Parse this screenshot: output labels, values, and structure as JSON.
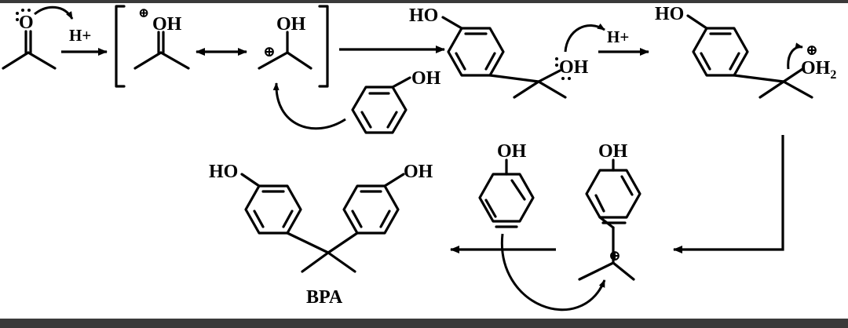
{
  "labels": {
    "acetone_o": "O",
    "catalyst_1": "H+",
    "res1_oh": "OH",
    "res2_oh": "OH",
    "phenol_reactant_oh": "OH",
    "carbinol_ho": "HO",
    "carbinol_oh": "OH",
    "catalyst_2": "H+",
    "oxonium_ho": "HO",
    "oxonium_o": "OH",
    "oxonium_sub": "2",
    "phenol_2_oh": "OH",
    "carbocation_oh": "OH",
    "bpa_ho": "HO",
    "bpa_oh": "OH",
    "product_name": "BPA"
  },
  "charges": {
    "res1": "⊕",
    "res2": "⊕",
    "oxonium": "⊕",
    "carbocation": "⊕"
  },
  "colors": {
    "background": "#3a3a3a",
    "canvas": "#ffffff",
    "ink": "#000000"
  }
}
